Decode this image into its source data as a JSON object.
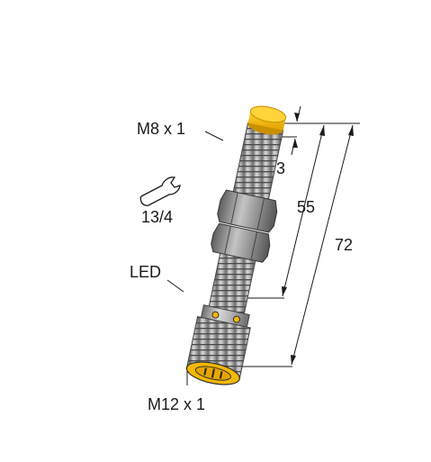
{
  "labels": {
    "thread_top": "M8 x 1",
    "dim_3": "3",
    "wrench_size": "13/4",
    "dim_55": "55",
    "dim_72": "72",
    "led": "LED",
    "thread_bottom": "M12 x 1"
  },
  "icons": {
    "wrench": "wrench-icon"
  },
  "colors": {
    "cap_yellow": "#f5b800",
    "body_grey": "#9a9a9a",
    "line": "#1a1a1a"
  }
}
